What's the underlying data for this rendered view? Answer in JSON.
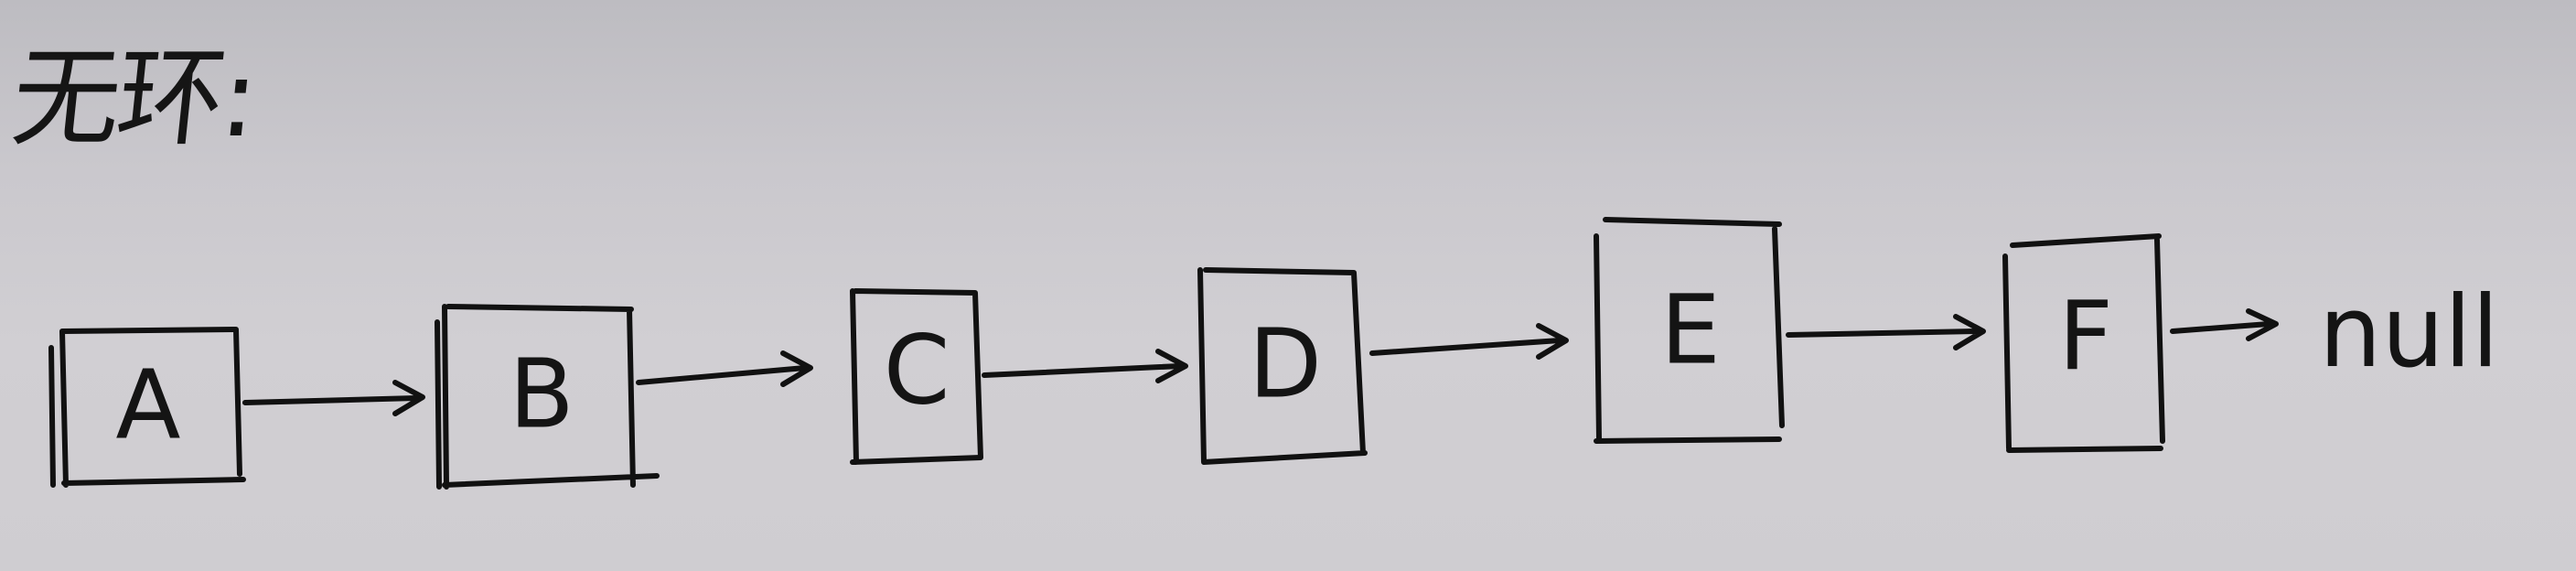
{
  "diagram": {
    "title": "无环:",
    "nodes": [
      "A",
      "B",
      "C",
      "D",
      "E",
      "F"
    ],
    "terminal": "null"
  },
  "colors": {
    "ink": "#111111",
    "board": "#cfcdd1"
  }
}
